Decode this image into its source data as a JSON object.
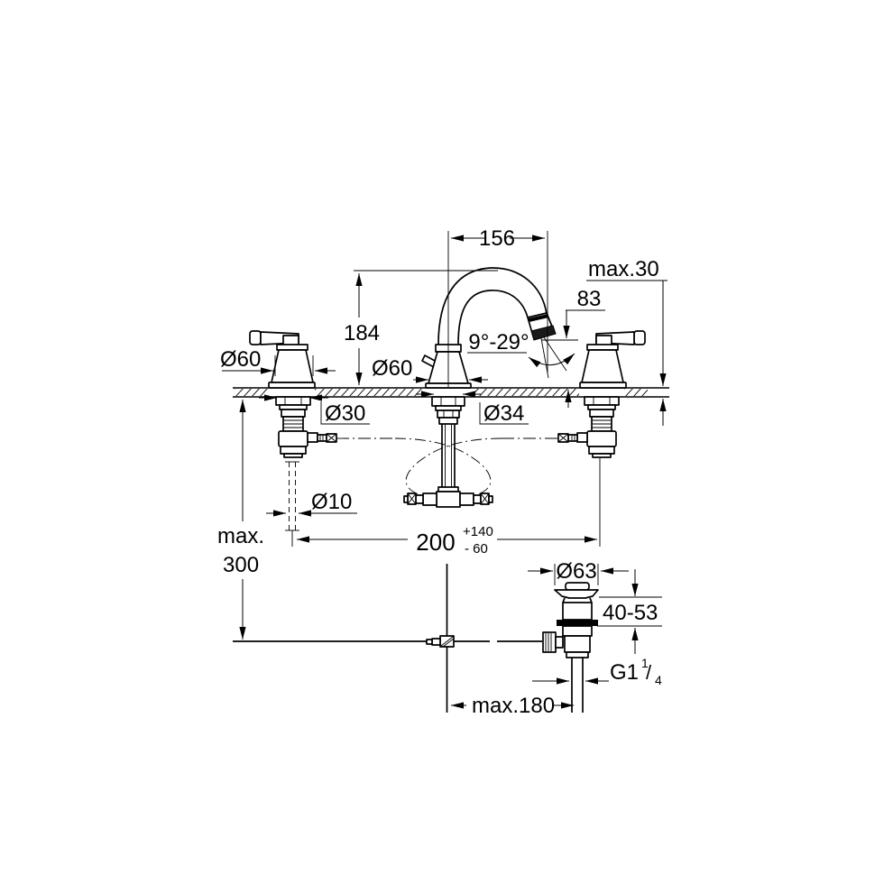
{
  "drawing": {
    "background_color": "#ffffff",
    "line_color": "#000000",
    "labels": {
      "spout_reach": "156",
      "spout_height": "184",
      "deck_thickness_max": "max.30",
      "outlet_height": "83",
      "spout_angle_range": "9°-29°",
      "handle_base_dia": "Ø60",
      "spout_base_dia": "Ø60",
      "handle_hole_dia": "Ø30",
      "spout_hole_dia": "Ø34",
      "popup_rod_dia": "Ø10",
      "hole_spacing": "200",
      "hole_spacing_tol_plus": "+140",
      "hole_spacing_tol_minus": "- 60",
      "install_depth_prefix": "max.",
      "install_depth_value": "300",
      "waste_flange_dia": "Ø63",
      "waste_deck_range": "40-53",
      "waste_thread_base": "G1",
      "waste_thread_numerator": "1",
      "waste_thread_slash": "/",
      "waste_thread_denominator": "4",
      "rod_horizontal_reach": "max.180"
    }
  }
}
